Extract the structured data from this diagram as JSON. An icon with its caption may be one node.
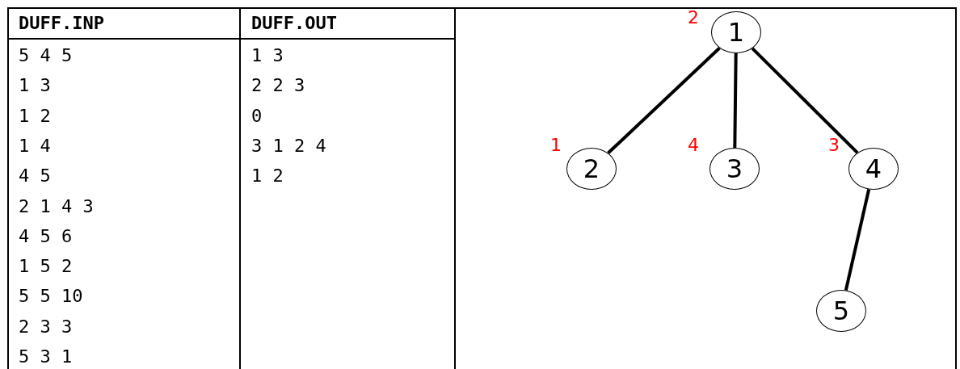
{
  "diagram": {
    "nodes": [
      {
        "text": [
          "1"
        ],
        "beside": [
          "2"
        ]
      },
      {
        "text": [
          "2"
        ],
        "beside": [
          "1"
        ]
      },
      {
        "text": [
          "3"
        ],
        "beside": [
          "4"
        ]
      },
      {
        "text": [
          "4"
        ],
        "beside": [
          "3"
        ]
      },
      {
        "text": [
          "5"
        ]
      }
    ],
    "edges": [
      {
        "from": 0,
        "to": 1,
        "arrow": "none"
      },
      {
        "from": 0,
        "to": 2,
        "arrow": "none"
      },
      {
        "from": 0,
        "to": 3,
        "arrow": "none"
      },
      {
        "from": 3,
        "to": 4,
        "arrow": "none"
      }
    ],
    "labels": [
      "DUFF.INP",
      "DUFF.OUT",
      "5 4 5",
      "1 3",
      "1 3",
      "2 2 3",
      "1 2",
      "0",
      "1 4",
      "3 1 2 4",
      "4 5",
      "1 2",
      "2 1 4 3",
      "4 5 6",
      "1 5 2",
      "5 5 10",
      "2 3 3",
      "5 3 1"
    ]
  }
}
